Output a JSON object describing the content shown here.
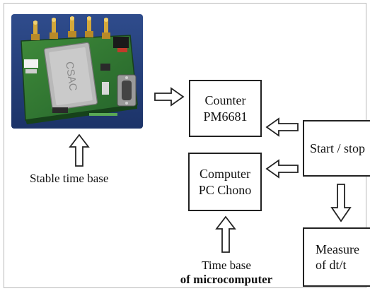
{
  "diagram": {
    "board": {
      "chip_label": "CSAC",
      "pin_count": 5
    },
    "boxes": {
      "counter": {
        "line1": "Counter",
        "line2": "PM6681"
      },
      "computer": {
        "line1": "Computer",
        "line2": "PC Chono"
      },
      "start_stop": {
        "label": "Start / stop"
      },
      "measure": {
        "line1": "Measure",
        "line2": "of dt/t"
      }
    },
    "captions": {
      "stable_time_base": "Stable time base",
      "time_base_line1": "Time base",
      "time_base_line2": "of microcomputer"
    }
  }
}
